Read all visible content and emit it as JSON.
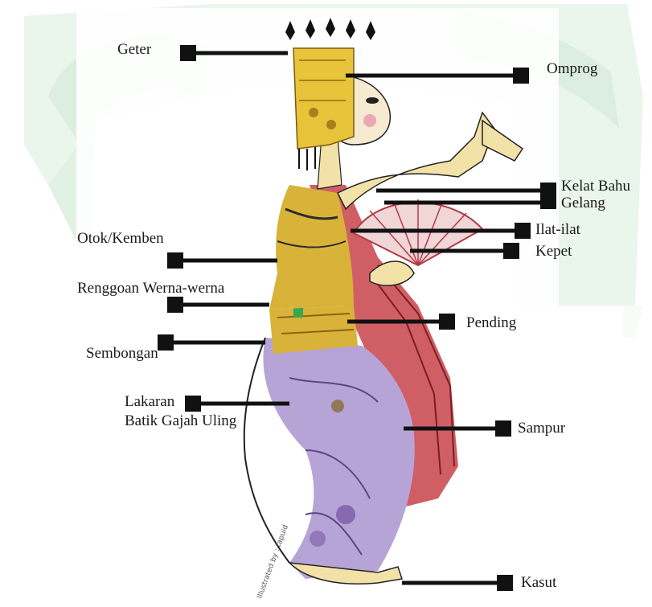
{
  "diagram": {
    "labels": {
      "geter": "Geter",
      "omprog": "Omprog",
      "kelat_bahu": "Kelat Bahu",
      "gelang": "Gelang",
      "otok_kemben": "Otok/Kemben",
      "ilat_ilat": "Ilat-ilat",
      "kepet": "Kepet",
      "renggoan": "Renggoan Werna-werna",
      "pending": "Pending",
      "sembongan": "Sembongan",
      "lakaran": "Lakaran\nBatik Gajah Uling",
      "sampur": "Sampur",
      "kasut": "Kasut"
    },
    "watermark_signature": "Illustrated by : tapuid"
  },
  "colors": {
    "watermark": "#c9e6cf",
    "leader": "#111111",
    "crown": "#e8c43a",
    "skin": "#f3e2a8",
    "sash": "#c8424a",
    "cloth": "#b6a4d6",
    "belt": "#d9b23a"
  }
}
